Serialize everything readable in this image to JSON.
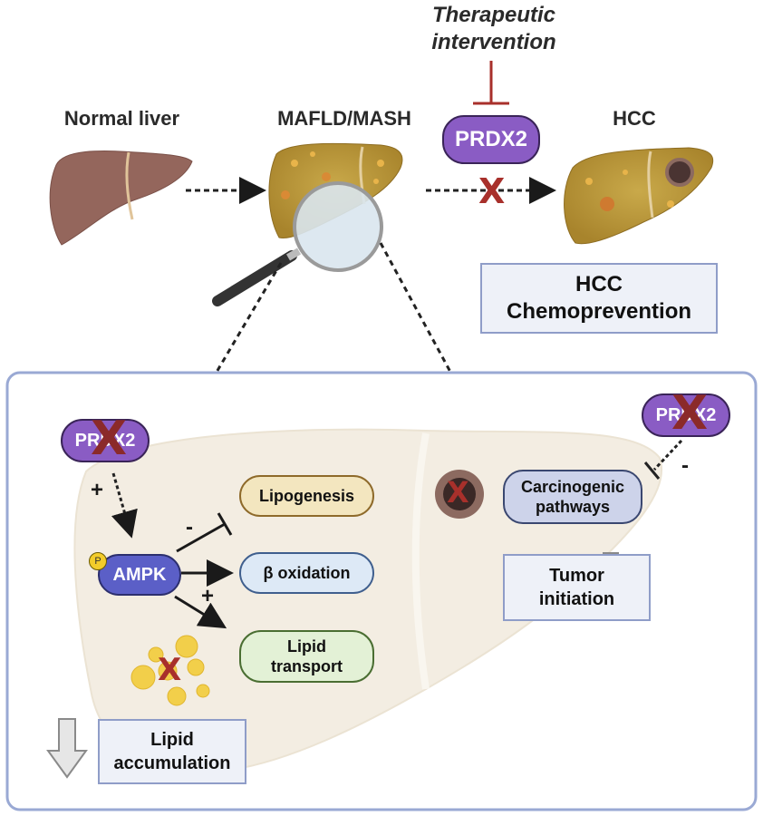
{
  "top": {
    "stages": [
      {
        "label": "Normal liver"
      },
      {
        "label": "MAFLD/MASH"
      },
      {
        "label": "HCC"
      }
    ],
    "intervention": {
      "line1": "Therapeutic",
      "line2": "intervention"
    },
    "prdx2_label": "PRDX2",
    "outcome_box": {
      "line1": "HCC",
      "line2": "Chemoprevention"
    }
  },
  "detail": {
    "prdx2_left_label": "PRDX2",
    "prdx2_right_label": "PRDX2",
    "ampk_label": "AMPK",
    "phospho_label": "P",
    "signs": {
      "prdx_to_ampk": "+",
      "ampk_to_lipogenesis": "-",
      "ampk_to_transport": "+",
      "prdx_to_carcinogenic": "-"
    },
    "targets": [
      {
        "label": "Lipogenesis"
      },
      {
        "label": "β oxidation"
      },
      {
        "label": "Lipid transport"
      }
    ],
    "carcinogenic_label": {
      "line1": "Carcinogenic",
      "line2": "pathways"
    },
    "tumor_box": {
      "line1": "Tumor",
      "line2": "initiation"
    },
    "lipid_box": {
      "line1": "Lipid",
      "line2": "accumulation"
    },
    "x_glyph": "X"
  },
  "colors": {
    "prdx2": "#8a5cc4",
    "ampk": "#5b5fc7",
    "inhibit_red": "#a8302b",
    "panel_border": "#8f9dc8",
    "lipogenesis_fill": "#f3e6bf",
    "oxidation_fill": "#dde9f6",
    "transport_fill": "#e3f1d6",
    "carcinogenic_fill": "#cdd3ea"
  }
}
